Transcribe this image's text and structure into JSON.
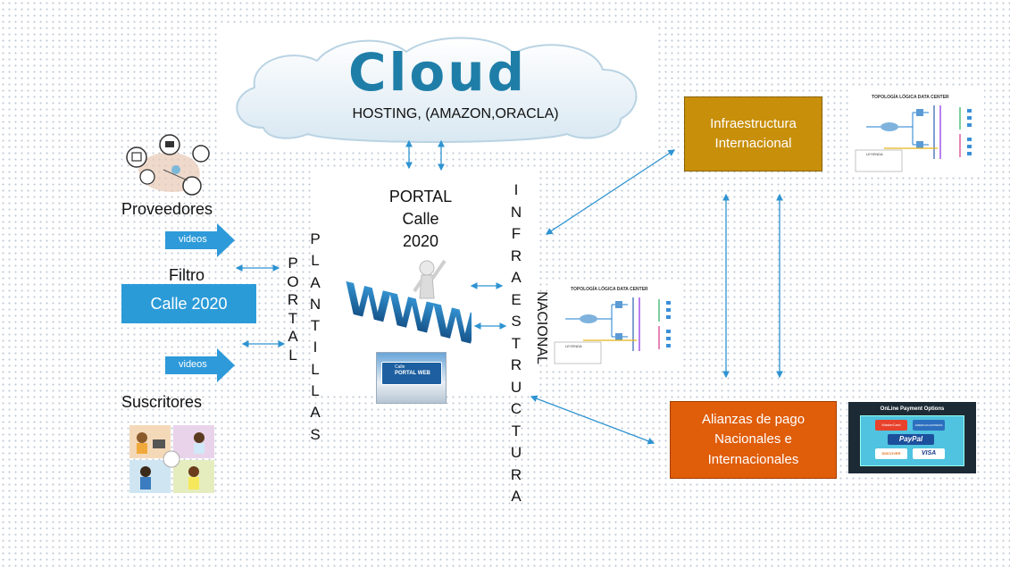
{
  "cloud": {
    "title": "Cloud",
    "subtitle": "HOSTING, (AMAZON,ORACLA)"
  },
  "portal_center": {
    "line1": "PORTAL",
    "line2": "Calle",
    "line3": "2020"
  },
  "left": {
    "proveedores": "Proveedores",
    "videos_top": "videos",
    "filtro": "Filtro",
    "calle_box": "Calle 2020",
    "videos_bottom": "videos",
    "suscritores": "Suscritores"
  },
  "vertical": {
    "portal": [
      "P",
      "O",
      "R",
      "T",
      "A",
      "L"
    ],
    "plantillas": [
      "P",
      "L",
      "A",
      "N",
      "T",
      "I",
      "L",
      "L",
      "A",
      "S"
    ],
    "infraestructura": [
      "I",
      "N",
      "F",
      "R",
      "A",
      "E",
      "S",
      "T",
      "R",
      "U",
      "C",
      "T",
      "U",
      "R",
      "A"
    ],
    "nacional": "NACIONAL"
  },
  "sign": {
    "small": "Calle",
    "main": "PORTAL WEB"
  },
  "right": {
    "infra_intl_line1": "Infraestructura",
    "infra_intl_line2": "Internacional",
    "alianzas_line1": "Alianzas de pago",
    "alianzas_line2": "Nacionales e",
    "alianzas_line3": "Internacionales"
  },
  "topology": {
    "title": "TOPOLOGÍA LÓGICA DATA CENTER",
    "legend": "LEYENDA"
  },
  "payment": {
    "title": "OnLine Payment Options",
    "mastercard": "MasterCard",
    "amex": "AMERICAN EXPRESS",
    "paypal": "PayPal",
    "discover": "DISCOVER",
    "visa": "VISA"
  },
  "colors": {
    "infra_box": "#c88f0a",
    "alianzas_box": "#e05d0a",
    "calle_box": "#2b9bd8",
    "arrow": "#2e93d1",
    "cloud_text": "#1f7ea8"
  }
}
